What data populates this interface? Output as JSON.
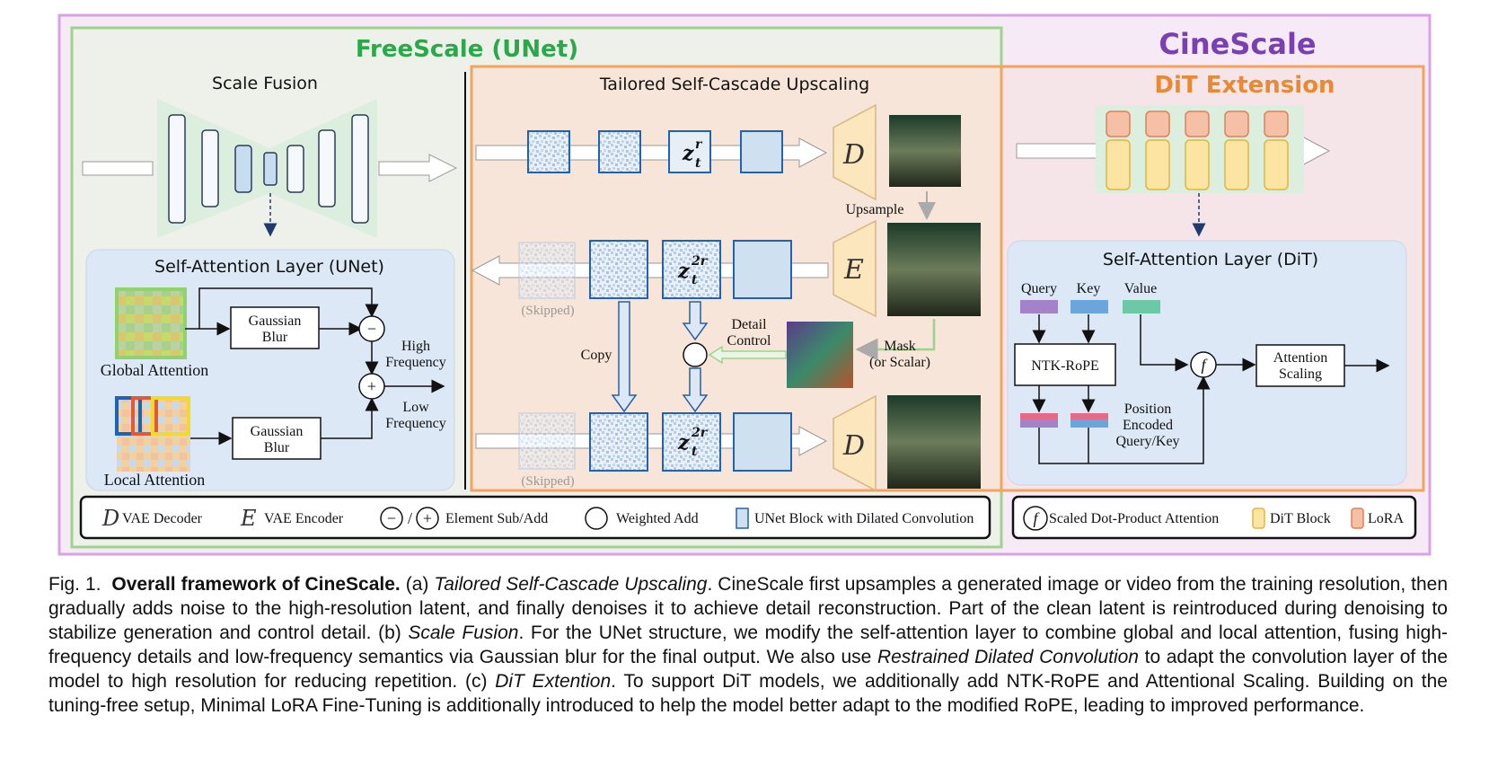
{
  "figure": {
    "title_freescale": "FreeScale (UNet)",
    "title_cinescale": "CineScale",
    "title_dit": "DiT Extension",
    "scale_fusion": "Scale Fusion",
    "tailored": "Tailored Self-Cascade Upscaling",
    "sa_unet": "Self-Attention Layer (UNet)",
    "sa_dit": "Self-Attention Layer (DiT)",
    "gaussian_line1": "Gaussian",
    "gaussian_line2": "Blur",
    "global_attention": "Global Attention",
    "local_attention": "Local Attention",
    "high_freq_1": "High",
    "high_freq_2": "Frequency",
    "low_freq_1": "Low",
    "low_freq_2": "Frequency",
    "upsample": "Upsample",
    "skipped": "(Skipped)",
    "copy": "Copy",
    "detail_1": "Detail",
    "detail_2": "Control",
    "mask_1": "Mask",
    "mask_2": "(or Scalar)",
    "decoder_symbol": "D",
    "encoder_symbol": "E",
    "z_r": "z",
    "z_r_sup": "r",
    "z_r_sub": "t",
    "z_2r_sup": "2r",
    "query": "Query",
    "key": "Key",
    "value": "Value",
    "ntk": "NTK-RoPE",
    "attn_scaling_1": "Attention",
    "attn_scaling_2": "Scaling",
    "pos_1": "Position",
    "pos_2": "Encoded",
    "pos_3": "Query/Key",
    "f_symbol": "f",
    "minus": "−",
    "plus": "+"
  },
  "legend_left": {
    "vae_decoder": "VAE Decoder",
    "vae_encoder": "VAE Encoder",
    "sub_add": "Element Sub/Add",
    "weighted_add": "Weighted Add",
    "unet_block": "UNet Block with Dilated Convolution"
  },
  "legend_right": {
    "sdpa": "Scaled Dot-Product Attention",
    "dit_block": "DiT Block",
    "lora": "LoRA"
  },
  "caption": {
    "label": "Fig. 1.",
    "title": "Overall framework of CineScale.",
    "a_prefix": "(a)",
    "a_name": "Tailored Self-Cascade Upscaling",
    "a_text": ". CineScale first upsamples a generated image or video from the training resolution, then gradually adds noise to the high-resolution latent, and finally denoises it to achieve detail reconstruction. Part of the clean latent is reintroduced during denoising to stabilize generation and control detail. (b)",
    "b_name": "Scale Fusion",
    "b_text": ". For the UNet structure, we modify the self-attention layer to combine global and local attention, fusing high-frequency details and low-frequency semantics via Gaussian blur for the final output. We also use",
    "b_name2": "Restrained Dilated Convolution",
    "b_text2": "to adapt the convolution layer of the model to high resolution for reducing repetition. (c)",
    "c_name": "DiT Extention",
    "c_text": ". To support DiT models, we additionally add NTK-RoPE and Attentional Scaling. Building on the tuning-free setup, Minimal LoRA Fine-Tuning is additionally introduced to help the model better adapt to the modified RoPE, leading to improved performance."
  },
  "colors": {
    "purple_frame": "#d9a2e6",
    "green_frame": "#9ed38d",
    "orange_frame": "#f2a45e",
    "blue_panel": "#dce8f5",
    "unet_block": "#cfe0f1",
    "dit_block": "#fce5a2",
    "lora": "#f5c0a6"
  }
}
